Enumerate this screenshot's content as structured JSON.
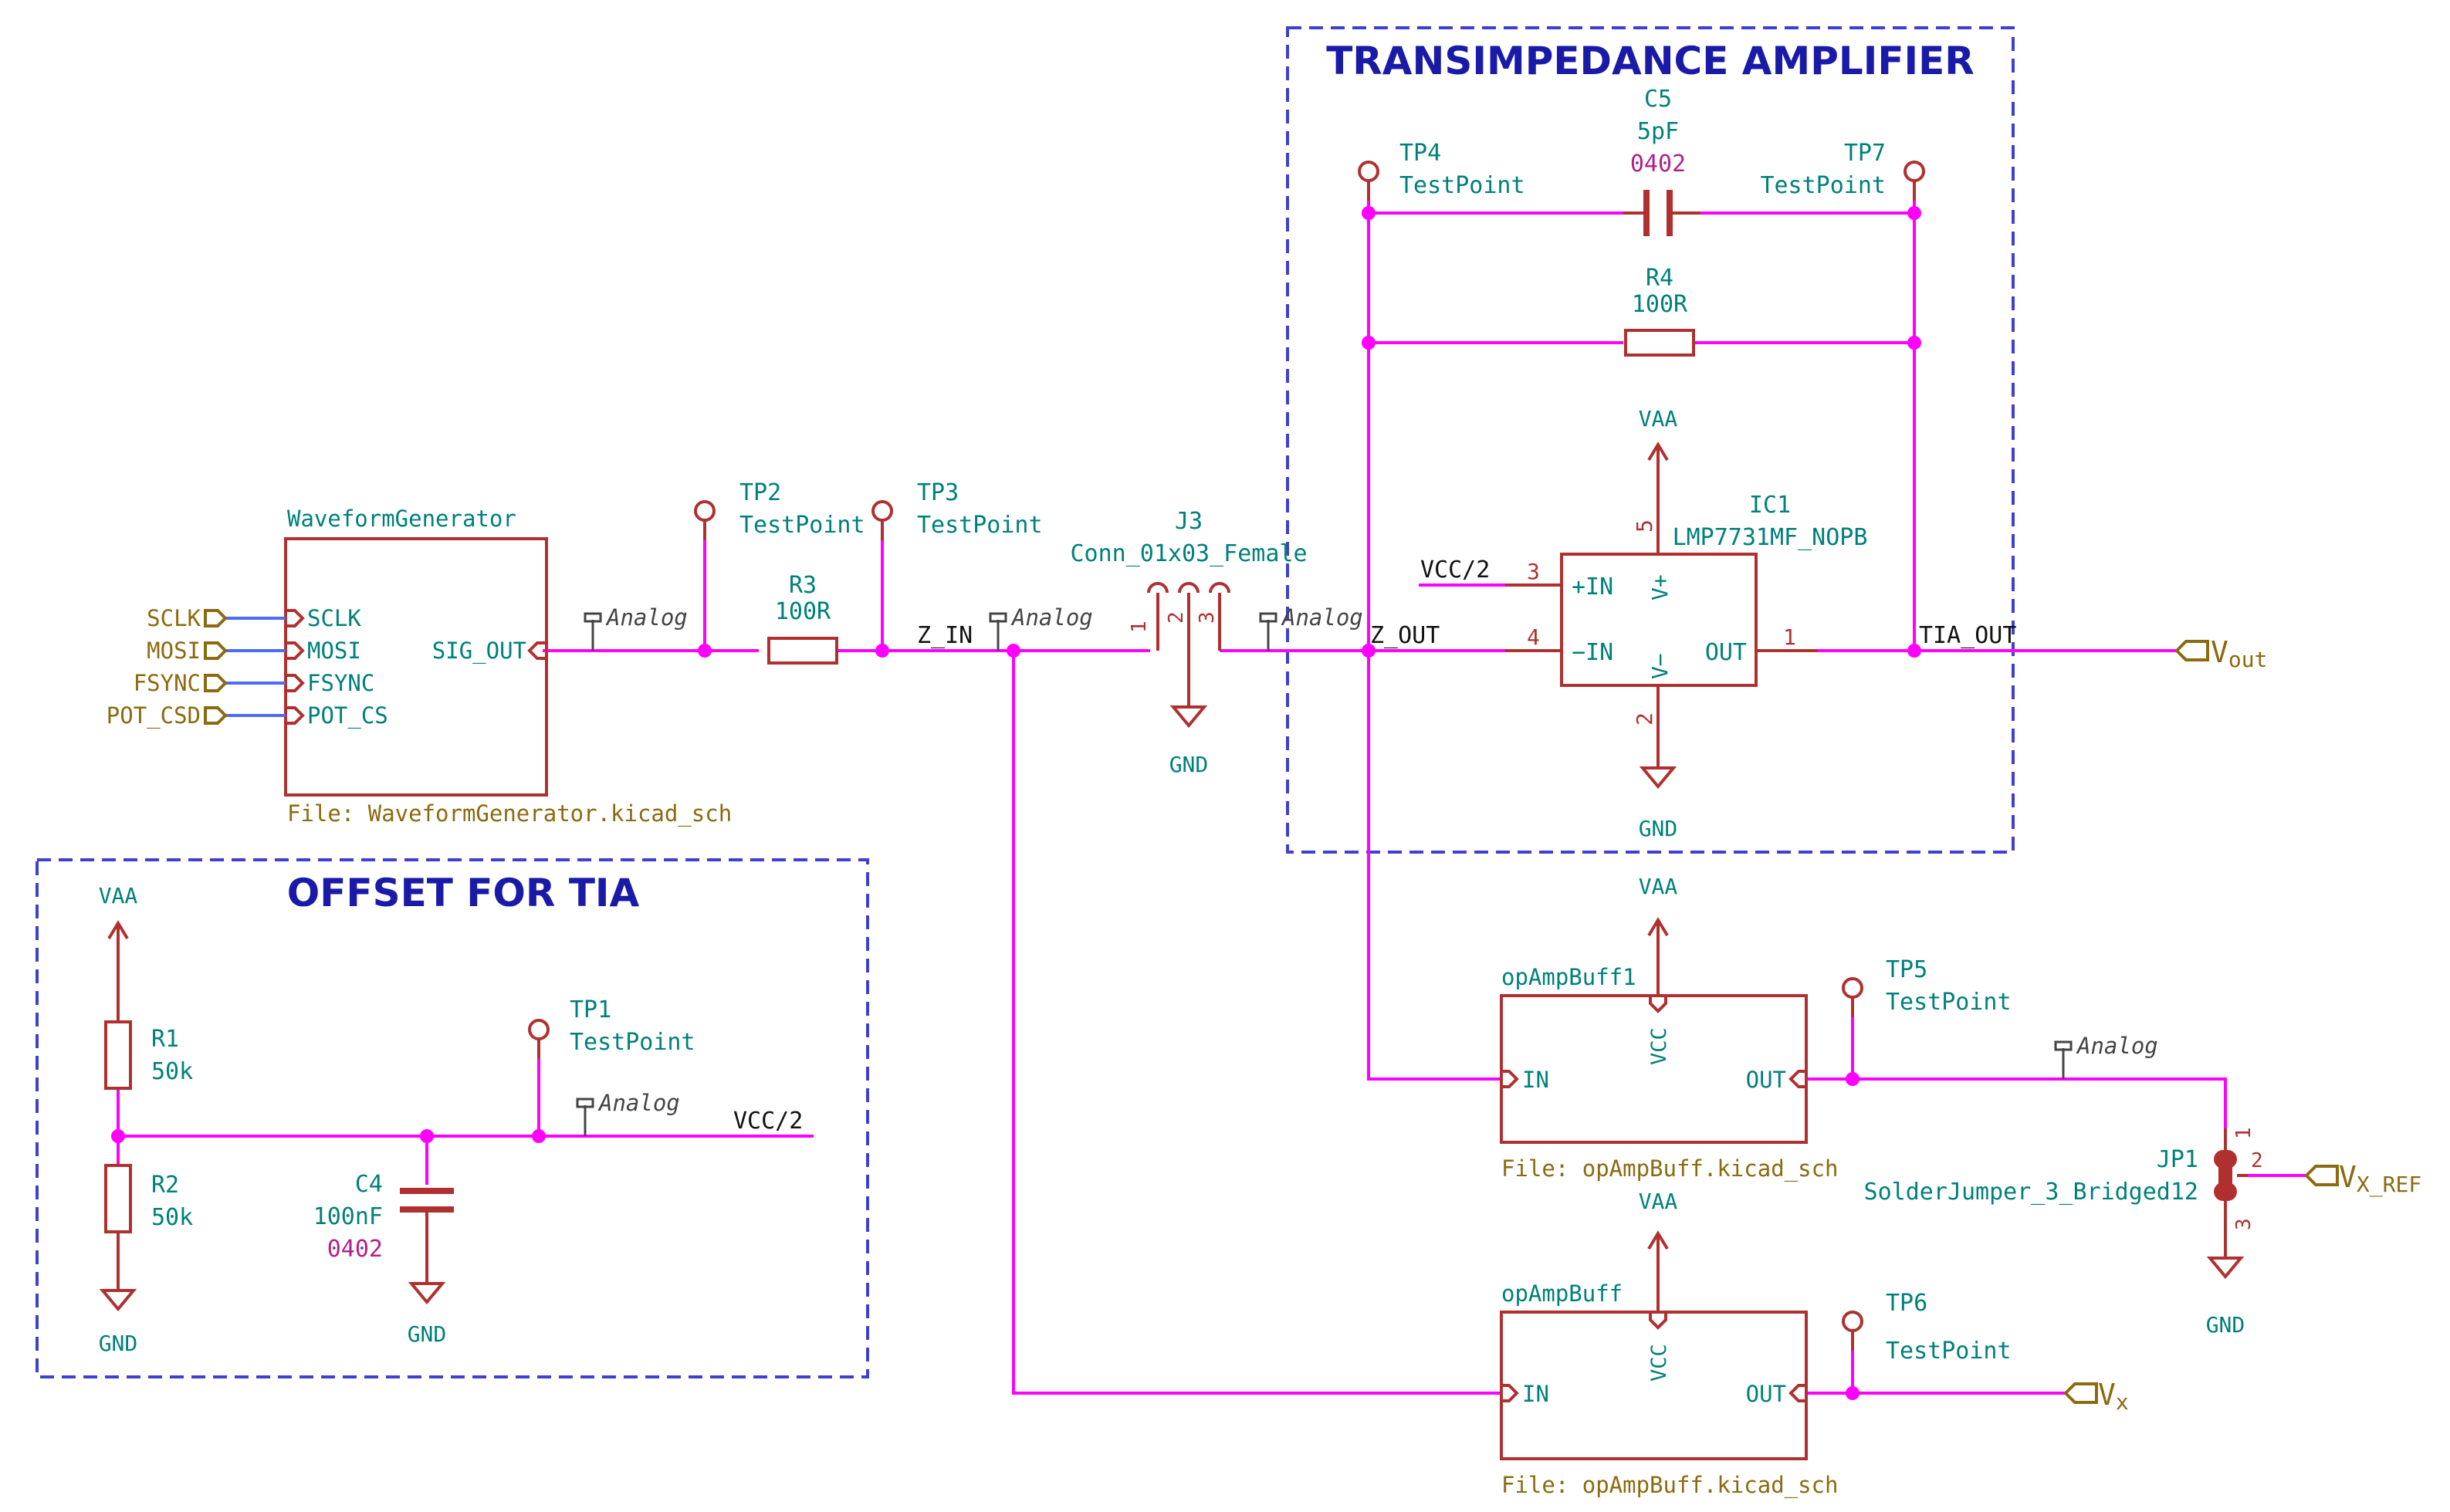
{
  "colors": {
    "wire": "#ff00ff",
    "bus": "#4a6cf7",
    "component": "#b03030",
    "reference": "#00807a",
    "hierarchical_label": "#8b6a10",
    "footprint": "#b0208a",
    "frame": "#4040d0",
    "frame_title": "#1a1aa8",
    "netclass_flag": "#444444"
  },
  "frames": {
    "tia_title": "TRANSIMPEDANCE AMPLIFIER",
    "offset_title": "OFFSET FOR TIA"
  },
  "waveform_sheet": {
    "name": "WaveformGenerator",
    "file": "File: WaveformGenerator.kicad_sch",
    "pins": {
      "sclk": "SCLK",
      "mosi": "MOSI",
      "fsync": "FSYNC",
      "pot_cs": "POT_CS",
      "sig_out": "SIG_OUT"
    },
    "inputs": {
      "sclk": "SCLK",
      "mosi": "MOSI",
      "fsync": "FSYNC",
      "pot_csd": "POT_CSD"
    }
  },
  "testpoints": {
    "tp1": {
      "ref": "TP1",
      "value": "TestPoint"
    },
    "tp2": {
      "ref": "TP2",
      "value": "TestPoint"
    },
    "tp3": {
      "ref": "TP3",
      "value": "TestPoint"
    },
    "tp4": {
      "ref": "TP4",
      "value": "TestPoint"
    },
    "tp5": {
      "ref": "TP5",
      "value": "TestPoint"
    },
    "tp6": {
      "ref": "TP6",
      "value": "TestPoint"
    },
    "tp7": {
      "ref": "TP7",
      "value": "TestPoint"
    }
  },
  "resistors": {
    "r1": {
      "ref": "R1",
      "value": "50k"
    },
    "r2": {
      "ref": "R2",
      "value": "50k"
    },
    "r3": {
      "ref": "R3",
      "value": "100R"
    },
    "r4": {
      "ref": "R4",
      "value": "100R"
    }
  },
  "capacitors": {
    "c4": {
      "ref": "C4",
      "value": "100nF",
      "footprint": "0402"
    },
    "c5": {
      "ref": "C5",
      "value": "5pF",
      "footprint": "0402"
    }
  },
  "connector": {
    "ref": "J3",
    "value": "Conn_01x03_Female",
    "pins": [
      "1",
      "2",
      "3"
    ]
  },
  "opamp": {
    "ref": "IC1",
    "value": "LMP7731MF_NOPB",
    "in_plus": "+IN",
    "in_minus": "−IN",
    "out": "OUT",
    "v_plus": "V+",
    "v_minus": "V−",
    "pin_in_plus": "3",
    "pin_in_minus": "4",
    "pin_out": "1",
    "pin_vplus": "5",
    "pin_vminus": "2"
  },
  "jumper": {
    "ref": "JP1",
    "value": "SolderJumper_3_Bridged12",
    "pins": [
      "1",
      "2",
      "3"
    ]
  },
  "buffers": {
    "buff1": {
      "name": "opAmpBuff1",
      "file": "File: opAmpBuff.kicad_sch",
      "in": "IN",
      "out": "OUT",
      "vcc": "VCC"
    },
    "buff2": {
      "name": "opAmpBuff",
      "file": "File: opAmpBuff.kicad_sch",
      "in": "IN",
      "out": "OUT",
      "vcc": "VCC"
    }
  },
  "power": {
    "vaa": "VAA",
    "gnd": "GND"
  },
  "nets": {
    "z_in": "Z_IN",
    "z_out": "Z_OUT",
    "tia_out": "TIA_OUT",
    "vcc_half": "VCC/2"
  },
  "netclass": "Analog",
  "outputs": {
    "vout_main": "V",
    "vout_sub": "out",
    "vxref_main": "V",
    "vxref_sub": "X_REF",
    "vx_main": "V",
    "vx_sub": "x"
  }
}
